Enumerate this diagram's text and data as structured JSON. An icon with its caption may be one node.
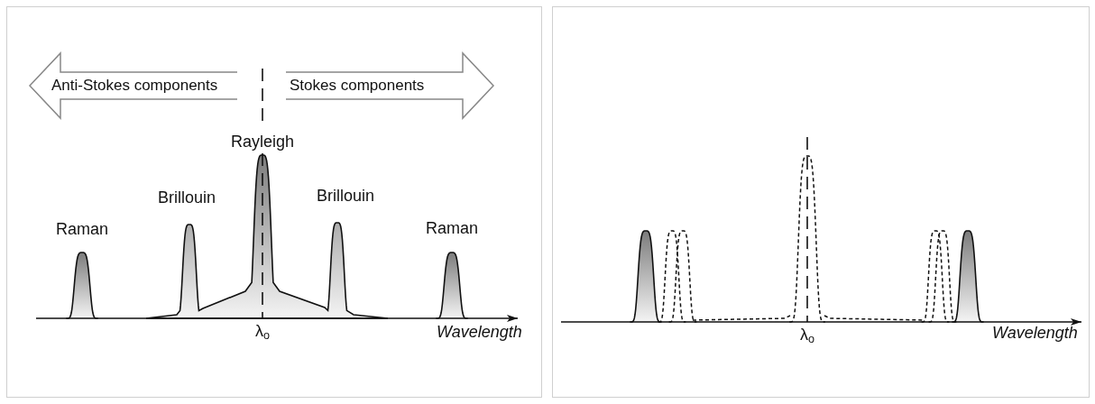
{
  "diagram": {
    "nodes": [
      {
        "text": [
          "Anti-Stokes components"
        ]
      },
      {
        "text": [
          "Stokes components"
        ]
      }
    ],
    "labels": [
      "Raman",
      "Brillouin",
      "Rayleigh",
      "Brillouin",
      "Raman",
      "λ$_{o}$",
      "Wavelength",
      "λ$_{o}$",
      "Wavelength"
    ]
  }
}
